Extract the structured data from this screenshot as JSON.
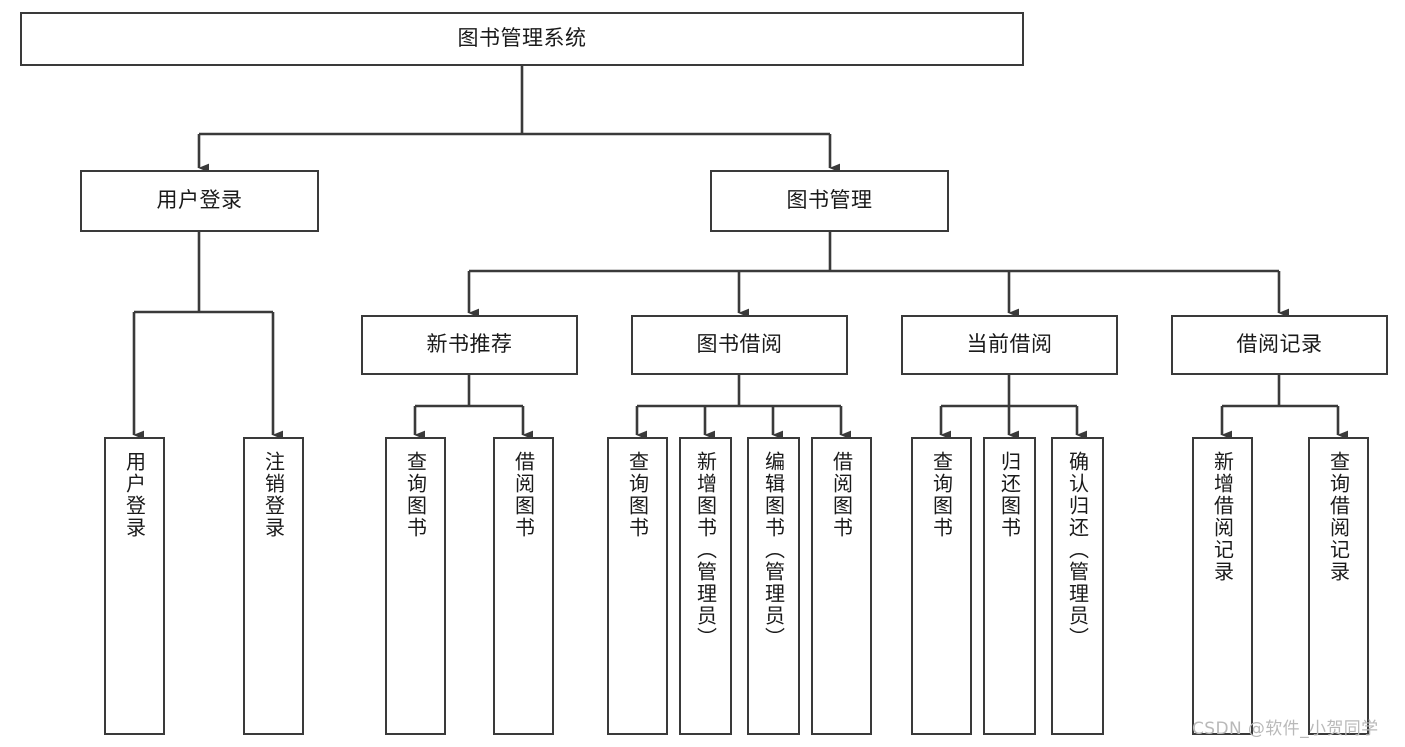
{
  "diagram": {
    "title": "图书管理系统",
    "watermark": "CSDN @软件_小贺同学",
    "accent_color": "#3a3a3a",
    "background_color": "#ffffff",
    "nodes": {
      "root": {
        "label": "图书管理系统"
      },
      "level2": [
        {
          "id": "user-login",
          "label": "用户登录"
        },
        {
          "id": "book-management",
          "label": "图书管理"
        }
      ],
      "level3": [
        {
          "id": "new-book-recommend",
          "label": "新书推荐"
        },
        {
          "id": "book-borrow",
          "label": "图书借阅"
        },
        {
          "id": "current-borrow",
          "label": "当前借阅"
        },
        {
          "id": "borrow-record",
          "label": "借阅记录"
        }
      ],
      "leaves": [
        {
          "id": "leaf-user-login",
          "label": "用户登录"
        },
        {
          "id": "leaf-logout-login",
          "label": "注销登录"
        },
        {
          "id": "leaf-query-book-1",
          "label": "查询图书"
        },
        {
          "id": "leaf-borrow-book-1",
          "label": "借阅图书"
        },
        {
          "id": "leaf-query-book-2",
          "label": "查询图书"
        },
        {
          "id": "leaf-add-book",
          "label": "新增图书（管理员）"
        },
        {
          "id": "leaf-edit-book",
          "label": "编辑图书（管理员）"
        },
        {
          "id": "leaf-borrow-book-2",
          "label": "借阅图书"
        },
        {
          "id": "leaf-query-book-3",
          "label": "查询图书"
        },
        {
          "id": "leaf-return-book",
          "label": "归还图书"
        },
        {
          "id": "leaf-confirm-return",
          "label": "确认归还（管理员）"
        },
        {
          "id": "leaf-add-record",
          "label": "新增借阅记录"
        },
        {
          "id": "leaf-query-record",
          "label": "查询借阅记录"
        }
      ]
    }
  }
}
